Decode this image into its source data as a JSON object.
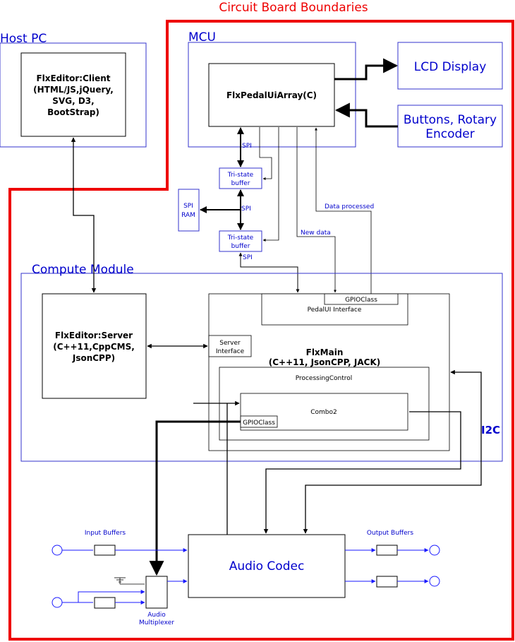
{
  "board_title": "Circuit Board Boundaries",
  "host_pc": {
    "title": "Host PC",
    "client_lines": [
      "FlxEditor:Client",
      "(HTML/JS,jQuery,",
      "SVG, D3,",
      "BootStrap)"
    ]
  },
  "mcu": {
    "title": "MCU",
    "pedal_ui_array": "FlxPedalUiArray(C)"
  },
  "lcd_display": "LCD Display",
  "buttons_lines": [
    "Buttons, Rotary",
    "Encoder"
  ],
  "spi_label": "SPI",
  "tristate_lines": [
    "Tri-state",
    "buffer"
  ],
  "spi_ram_lines": [
    "SPI",
    "RAM"
  ],
  "data_processed": "Data processed",
  "new_data": "New data",
  "compute_module": {
    "title": "Compute Module",
    "server_lines": [
      "FlxEditor:Server",
      "(C++11,CppCMS,",
      "JsonCPP)"
    ],
    "server_interface_lines": [
      "Server",
      "Interface"
    ],
    "pedalui_interface": "PedalUI Interface",
    "gpio_class": "GPIOClass",
    "flxmain_lines": [
      "FlxMain",
      "(C++11, JsonCPP, JACK)"
    ],
    "processing_control": "ProcessingControl",
    "combo2": "Combo2"
  },
  "i2c_label": "I2C",
  "input_buffers": "Input Buffers",
  "output_buffers": "Output Buffers",
  "audio_codec": "Audio Codec",
  "audio_mux_lines": [
    "Audio",
    "Multiplexer"
  ],
  "colors": {
    "board_border": "#ee0000",
    "block_border": "#3333cc",
    "label_blue": "#0000cc",
    "wire": "#000000",
    "blue_wire": "#1a1aff"
  }
}
